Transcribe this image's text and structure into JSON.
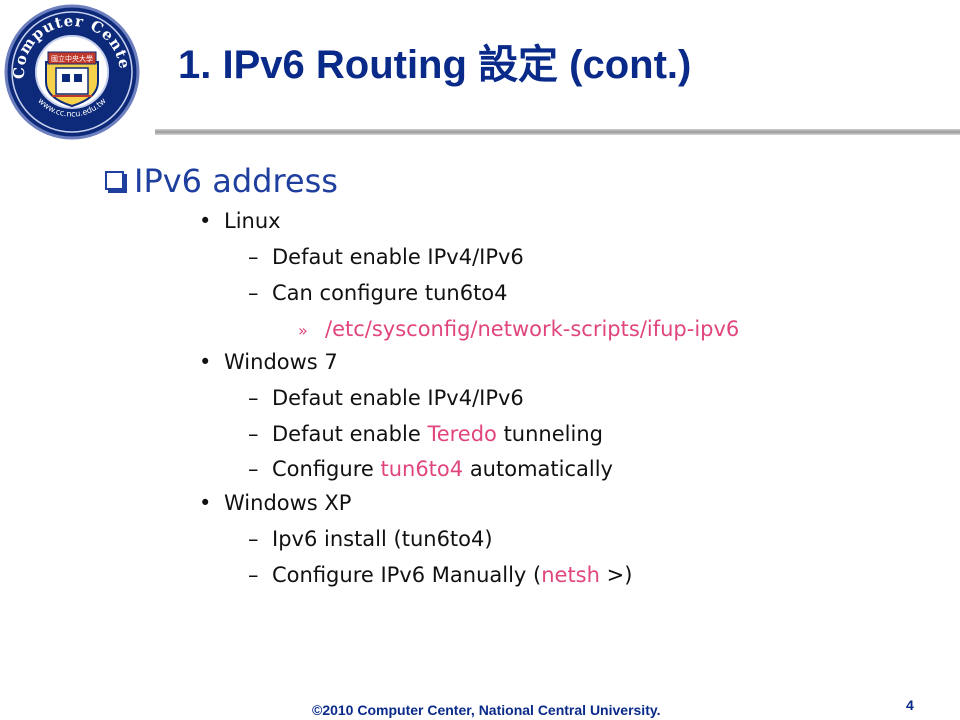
{
  "logo": {
    "ring_text_top": "Computer Center",
    "ring_text_bottom": "www.cc.ncu.edu.tw",
    "seal_text": "國立中央大學"
  },
  "title": "1. IPv6 Routing 設定 (cont.)",
  "section": {
    "heading": "IPv6 address",
    "items": [
      {
        "text": "Linux",
        "children": [
          {
            "text": "Defaut enable IPv4/IPv6"
          },
          {
            "text": "Can configure tun6to4",
            "children": [
              {
                "text": "/etc/sysconfig/network-scripts/ifup-ipv6"
              }
            ]
          }
        ]
      },
      {
        "text": "Windows 7",
        "children": [
          {
            "text": "Defaut enable IPv4/IPv6"
          },
          {
            "pre": "Defaut enable ",
            "highlight": "Teredo",
            "post": " tunneling"
          },
          {
            "pre": "Configure ",
            "highlight": "tun6to4",
            "post": " automatically"
          }
        ]
      },
      {
        "text": "Windows XP",
        "children": [
          {
            "text": "Ipv6 install (tun6to4)"
          },
          {
            "pre": "Configure IPv6 Manually (",
            "highlight": "netsh",
            "post": " >)"
          }
        ]
      }
    ]
  },
  "footer": {
    "copyright": "©2010 Computer Center, National Central University.",
    "page_number": "4"
  },
  "colors": {
    "title": "#0a2a8a",
    "heading": "#1f3f9f",
    "highlight": "#e0457d",
    "body_text": "#111111"
  }
}
